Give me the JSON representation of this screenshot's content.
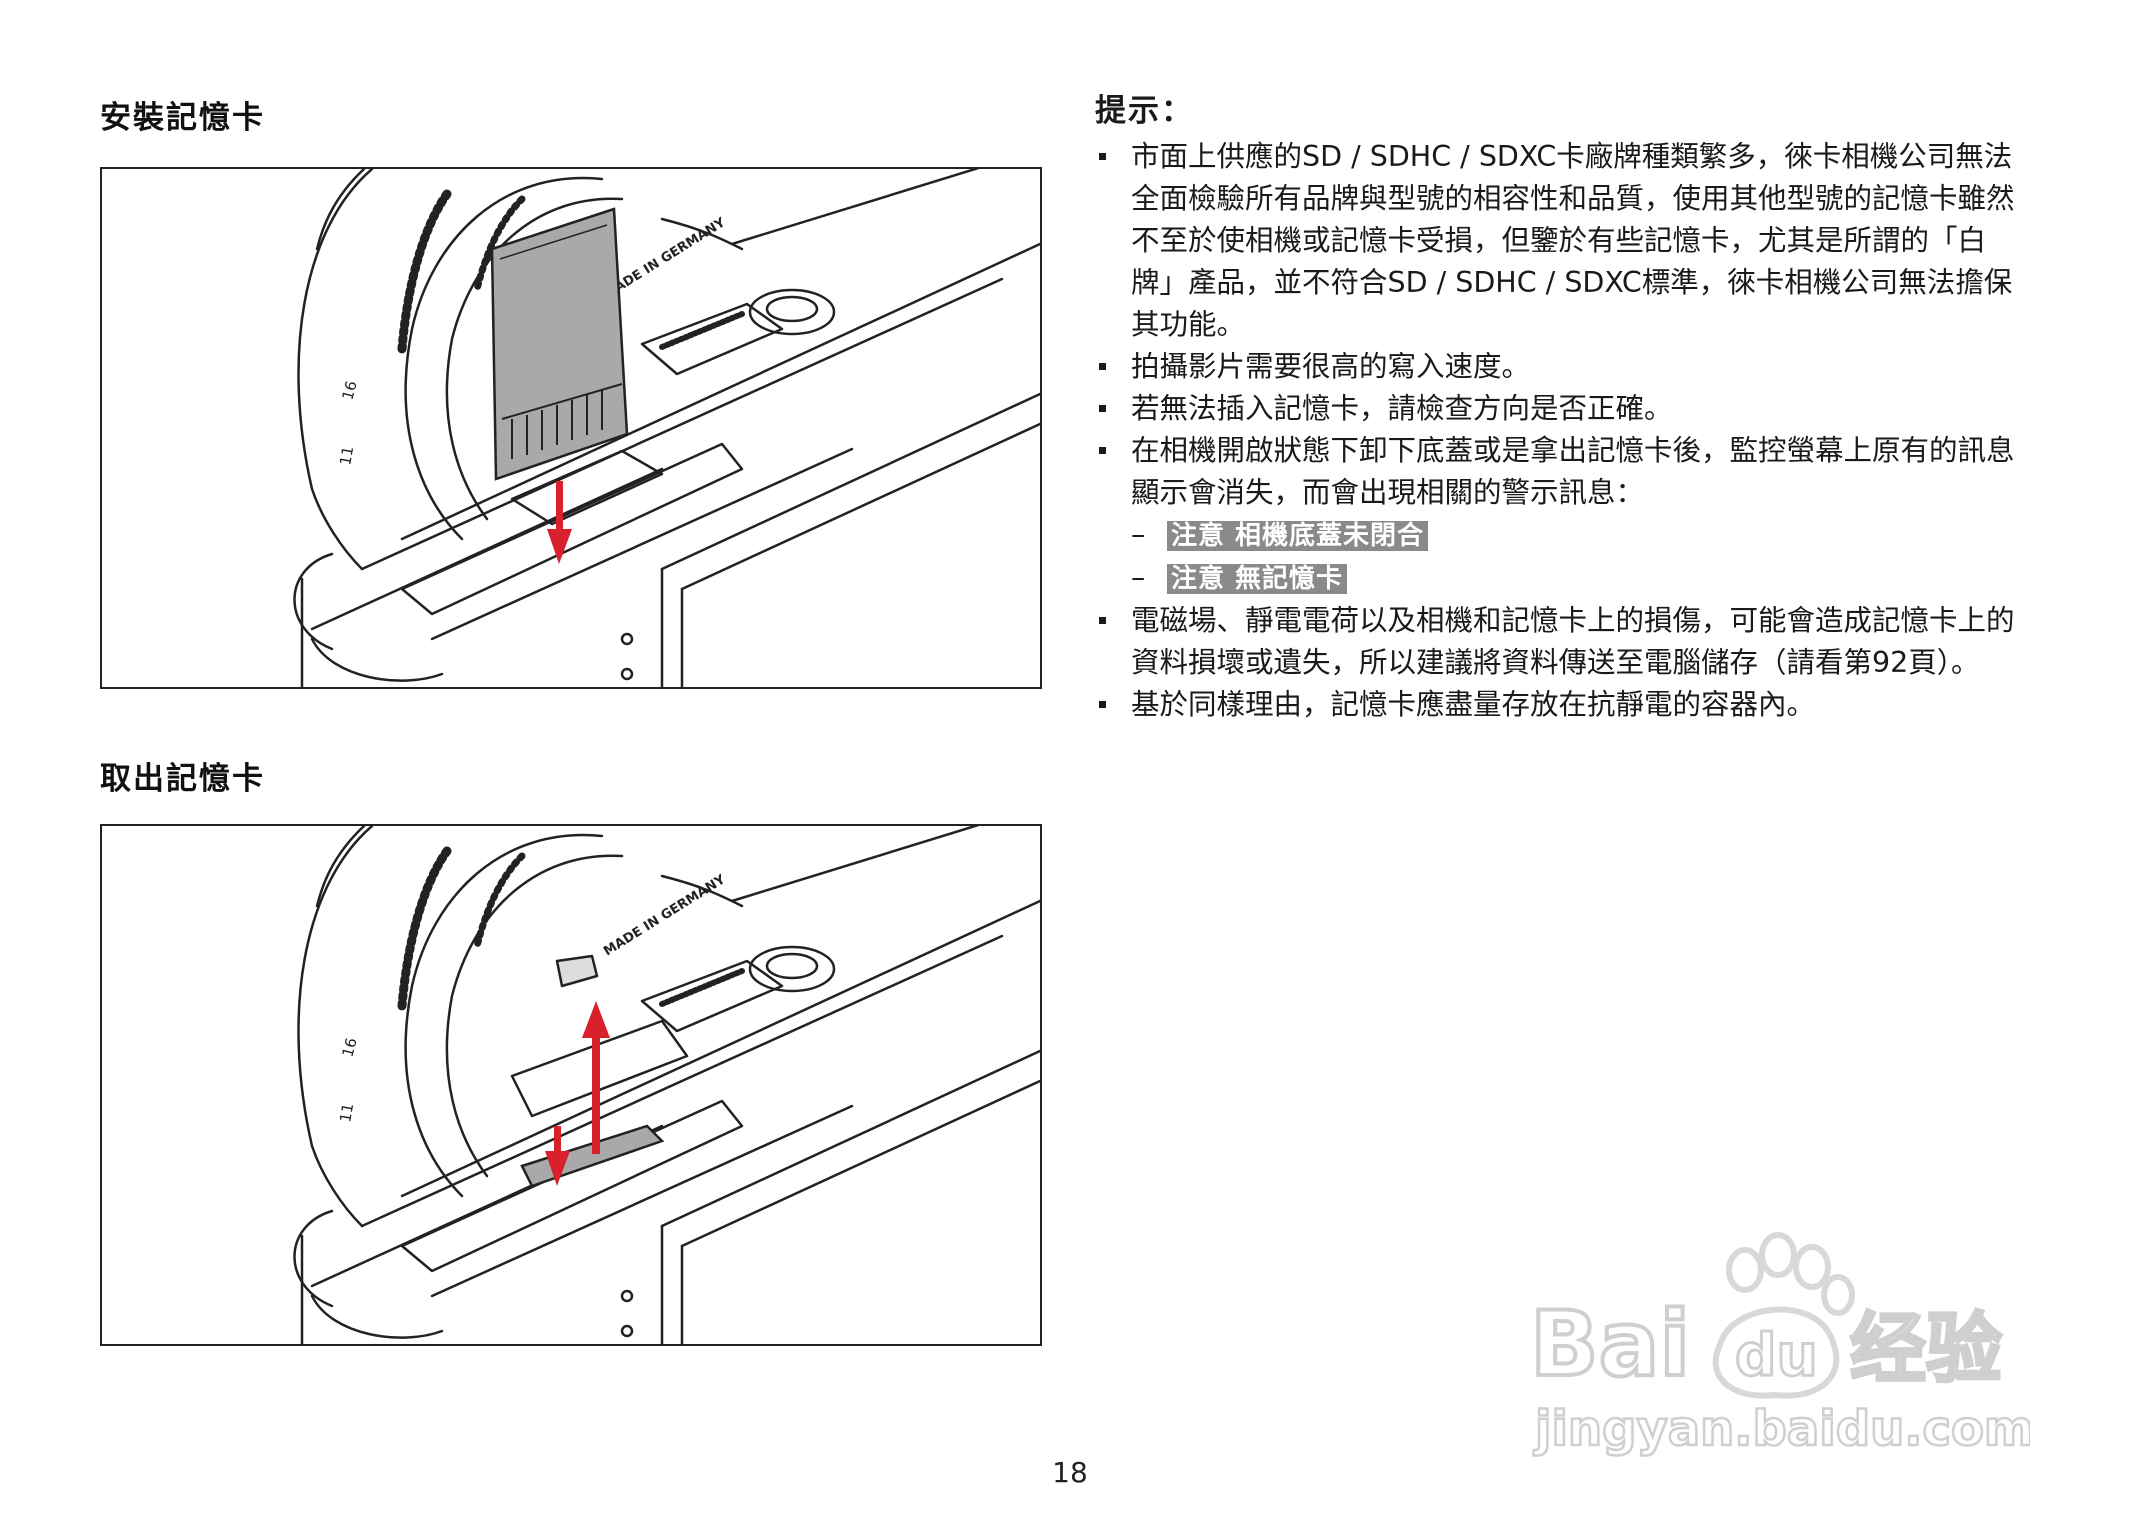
{
  "left": {
    "insert_heading": "安裝記憶卡",
    "remove_heading": "取出記憶卡",
    "figure_engraving": "MADE IN GERMANY",
    "figure_scale_labels": [
      "16",
      "11"
    ]
  },
  "notes": {
    "title": "提示：",
    "items": [
      {
        "text": "市面上供應的SD / SDHC / SDXC卡廠牌種類繁多，徠卡相機公司無法全面檢驗所有品牌與型號的相容性和品質，使用其他型號的記憶卡雖然不至於使相機或記憶卡受損，但鑒於有些記憶卡，尤其是所謂的「白牌」產品，並不符合SD / SDHC / SDXC標準，徠卡相機公司無法擔保其功能。"
      },
      {
        "text": "拍攝影片需要很高的寫入速度。"
      },
      {
        "text": "若無法插入記憶卡，請檢查方向是否正確。"
      },
      {
        "text": "在相機開啟狀態下卸下底蓋或是拿出記憶卡後，監控螢幕上原有的訊息顯示會消失，而會出現相關的警示訊息："
      },
      {
        "text": "電磁場、靜電電荷以及相機和記憶卡上的損傷，可能會造成記憶卡上的資料損壞或遺失，所以建議將資料傳送至電腦儲存（請看第92頁）。"
      },
      {
        "text": "基於同樣理由，記憶卡應盡量存放在抗靜電的容器內。"
      }
    ],
    "sub_items": [
      {
        "dash": "–",
        "text": "注意 相機底蓋未閉合"
      },
      {
        "dash": "–",
        "text": "注意 無記憶卡"
      }
    ]
  },
  "page_number": "18",
  "watermark": {
    "brand": "Bai",
    "brand_du": "du",
    "brand_cn": "经验",
    "url": "jingyan.baidu.com"
  },
  "colors": {
    "arrow_red": "#d9212c",
    "warning_bg": "#8a8a8a",
    "card_gray": "#a9a9a9"
  }
}
